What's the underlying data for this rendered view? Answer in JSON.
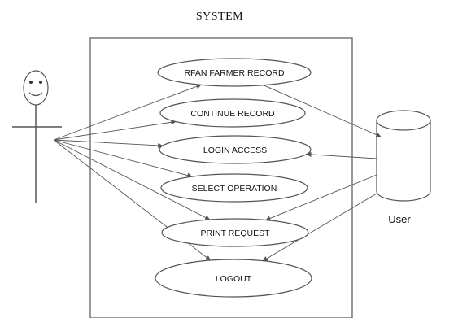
{
  "system_title": "SYSTEM",
  "actor_right_label": "User",
  "use_cases": [
    {
      "id": "rfan",
      "label": "RFAN FARMER RECORD"
    },
    {
      "id": "continue",
      "label": "CONTINUE RECORD"
    },
    {
      "id": "login",
      "label": "LOGIN ACCESS"
    },
    {
      "id": "select",
      "label": "SELECT OPERATION"
    },
    {
      "id": "print",
      "label": "PRINT REQUEST"
    },
    {
      "id": "logout",
      "label": "LOGOUT"
    }
  ],
  "connections": [
    {
      "from": "actor-left",
      "to": "rfan",
      "direction": "to-usecase"
    },
    {
      "from": "actor-left",
      "to": "continue",
      "direction": "to-usecase"
    },
    {
      "from": "actor-left",
      "to": "login",
      "direction": "to-usecase"
    },
    {
      "from": "actor-left",
      "to": "select",
      "direction": "to-usecase"
    },
    {
      "from": "actor-left",
      "to": "print",
      "direction": "to-usecase"
    },
    {
      "from": "actor-left",
      "to": "logout",
      "direction": "to-usecase"
    },
    {
      "from": "rfan",
      "to": "user-database",
      "direction": "to-database"
    },
    {
      "from": "user-database",
      "to": "login",
      "direction": "to-usecase"
    },
    {
      "from": "user-database",
      "to": "print",
      "direction": "to-usecase"
    },
    {
      "from": "user-database",
      "to": "logout",
      "direction": "to-usecase"
    }
  ],
  "colors": {
    "line": "#555555",
    "text": "#111111",
    "background": "#ffffff"
  }
}
